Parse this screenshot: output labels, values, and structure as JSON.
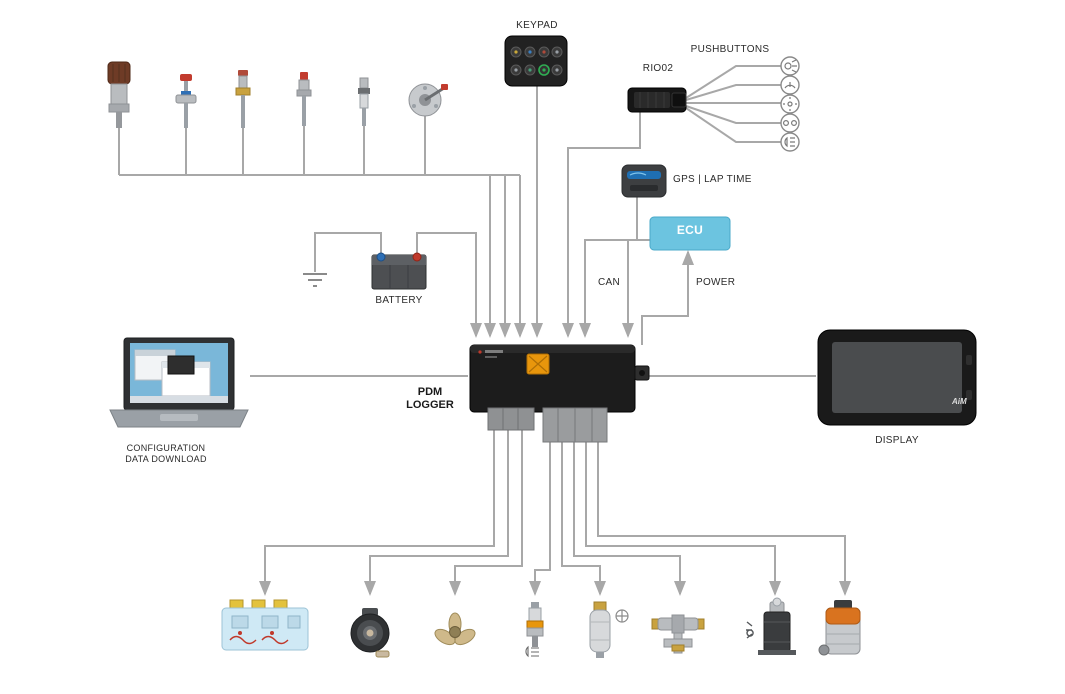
{
  "labels": {
    "keypad": "KEYPAD",
    "pushbuttons": "PUSHBUTTONS",
    "rio02": "RIO02",
    "gps": "GPS | LAP TIME",
    "ecu": "ECU",
    "can": "CAN",
    "power": "POWER",
    "battery": "BATTERY",
    "pdm_line1": "PDM",
    "pdm_line2": "LOGGER",
    "config_line1": "CONFIGURATION",
    "config_line2": "DATA DOWNLOAD",
    "display": "DISPLAY",
    "brand": "AiM"
  },
  "colors": {
    "background": "#ffffff",
    "wire": "#a8a8a8",
    "ecu_fill": "#6cc4e0",
    "device_dark": "#1c1c1c",
    "pdm_connector_orange": "#e8960c",
    "fuse_panel_blue": "#cfe9f5"
  },
  "devices": {
    "inputs": [
      "temperature-sensor",
      "shutoff-valve-sensor",
      "pressure-sensor",
      "fluid-pressure-sensor",
      "spark-plug-sensor",
      "rotary-lever-sensor",
      "keypad",
      "rio02-expansion",
      "pushbuttons",
      "gps-module",
      "ecu",
      "battery"
    ],
    "outputs": [
      "fuse-relay-panel",
      "horn",
      "propeller-fan",
      "lamp-spark-plug",
      "fuel-pump",
      "solenoid-valve",
      "solenoid-actuator",
      "starter-motor"
    ],
    "pushbutton_count": 5
  }
}
